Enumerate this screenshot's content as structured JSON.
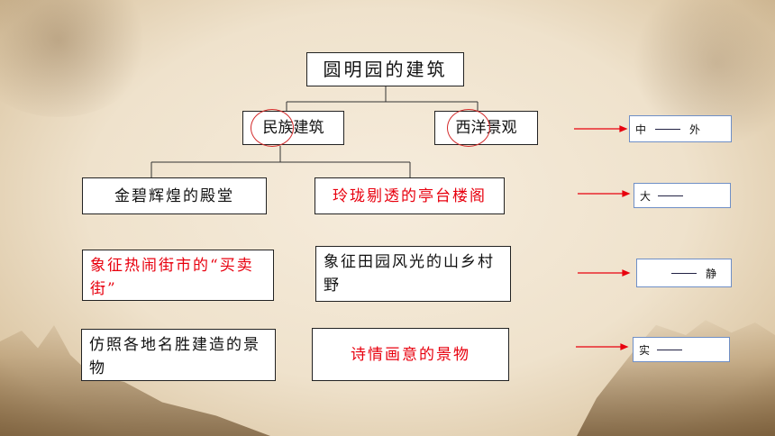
{
  "root": "圆明园的建筑",
  "level2": {
    "left": {
      "prefix_circled": "民族",
      "suffix": "建筑"
    },
    "right": {
      "prefix_circled": "西洋",
      "suffix": "景观"
    }
  },
  "left_column": [
    "金碧辉煌的殿堂",
    "象征热闹街市的“买卖街”",
    "仿照各地名胜建造的景物"
  ],
  "right_column": [
    "玲珑剔透的亭台楼阁",
    "象征田园风光的山乡村野",
    "诗情画意的景物"
  ],
  "answer_boxes": [
    {
      "left": "中",
      "right": "外"
    },
    {
      "left": "大",
      "right": ""
    },
    {
      "left": "",
      "right": "静"
    },
    {
      "left": "实",
      "right": ""
    }
  ],
  "colors": {
    "highlight_text": "#e8000e",
    "arrow": "#e8000e",
    "answer_border": "#6f8fc6"
  }
}
